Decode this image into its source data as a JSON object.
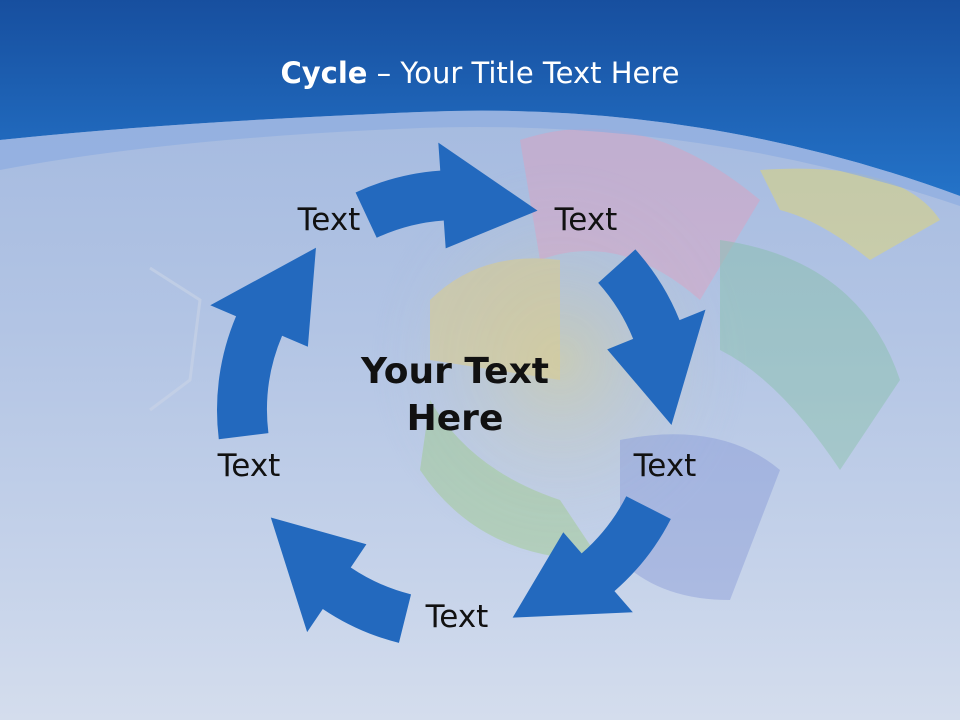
{
  "title": {
    "bold": "Cycle",
    "rest": " – Your Title Text Here"
  },
  "center_text": {
    "line1": "Your Text",
    "line2": "Here"
  },
  "nodes": [
    {
      "label": "Text"
    },
    {
      "label": "Text"
    },
    {
      "label": "Text"
    },
    {
      "label": "Text"
    },
    {
      "label": "Text"
    }
  ],
  "colors": {
    "arrow": "#2369be",
    "banner": "#1c5fb4",
    "text": "#111111"
  }
}
